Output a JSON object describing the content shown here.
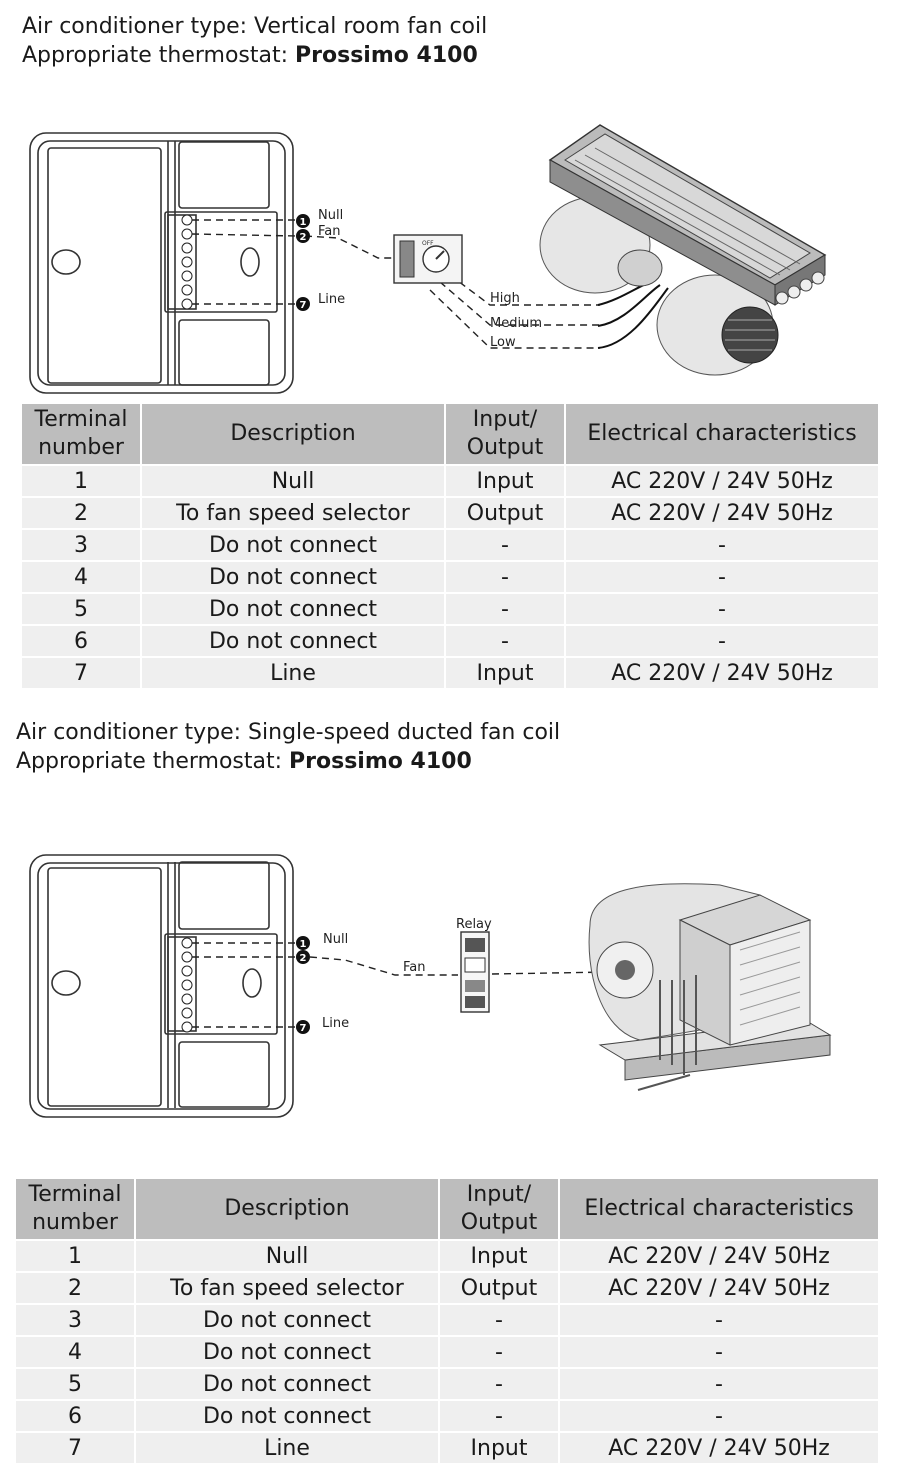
{
  "sections": [
    {
      "type_label": "Air conditioner type: ",
      "type_value": "Vertical room fan coil",
      "thermostat_label": "Appropriate thermostat: ",
      "thermostat_value": "Prossimo 4100",
      "diagram": {
        "terminal_labels": [
          "Null",
          "Fan",
          "Line"
        ],
        "terminal_numbers": [
          "1",
          "2",
          "7"
        ],
        "speed_labels": [
          "High",
          "Medium",
          "Low"
        ]
      }
    },
    {
      "type_label": "Air conditioner type: ",
      "type_value": "Single-speed ducted fan coil",
      "thermostat_label": "Appropriate thermostat: ",
      "thermostat_value": "Prossimo 4100",
      "diagram": {
        "terminal_labels": [
          "Null",
          "Line"
        ],
        "terminal_numbers": [
          "1",
          "2",
          "7"
        ],
        "fan_label": "Fan",
        "relay_label": "Relay"
      }
    }
  ],
  "table": {
    "headers": [
      "Terminal number",
      "Description",
      "Input/ Output",
      "Electrical characteristics"
    ],
    "rows": [
      [
        "1",
        "Null",
        "Input",
        "AC 220V / 24V 50Hz"
      ],
      [
        "2",
        "To fan speed selector",
        "Output",
        "AC 220V / 24V 50Hz"
      ],
      [
        "3",
        "Do not connect",
        "-",
        "-"
      ],
      [
        "4",
        "Do not connect",
        "-",
        "-"
      ],
      [
        "5",
        "Do not connect",
        "-",
        "-"
      ],
      [
        "6",
        "Do not connect",
        "-",
        "-"
      ],
      [
        "7",
        "Line",
        "Input",
        "AC 220V / 24V 50Hz"
      ]
    ]
  }
}
